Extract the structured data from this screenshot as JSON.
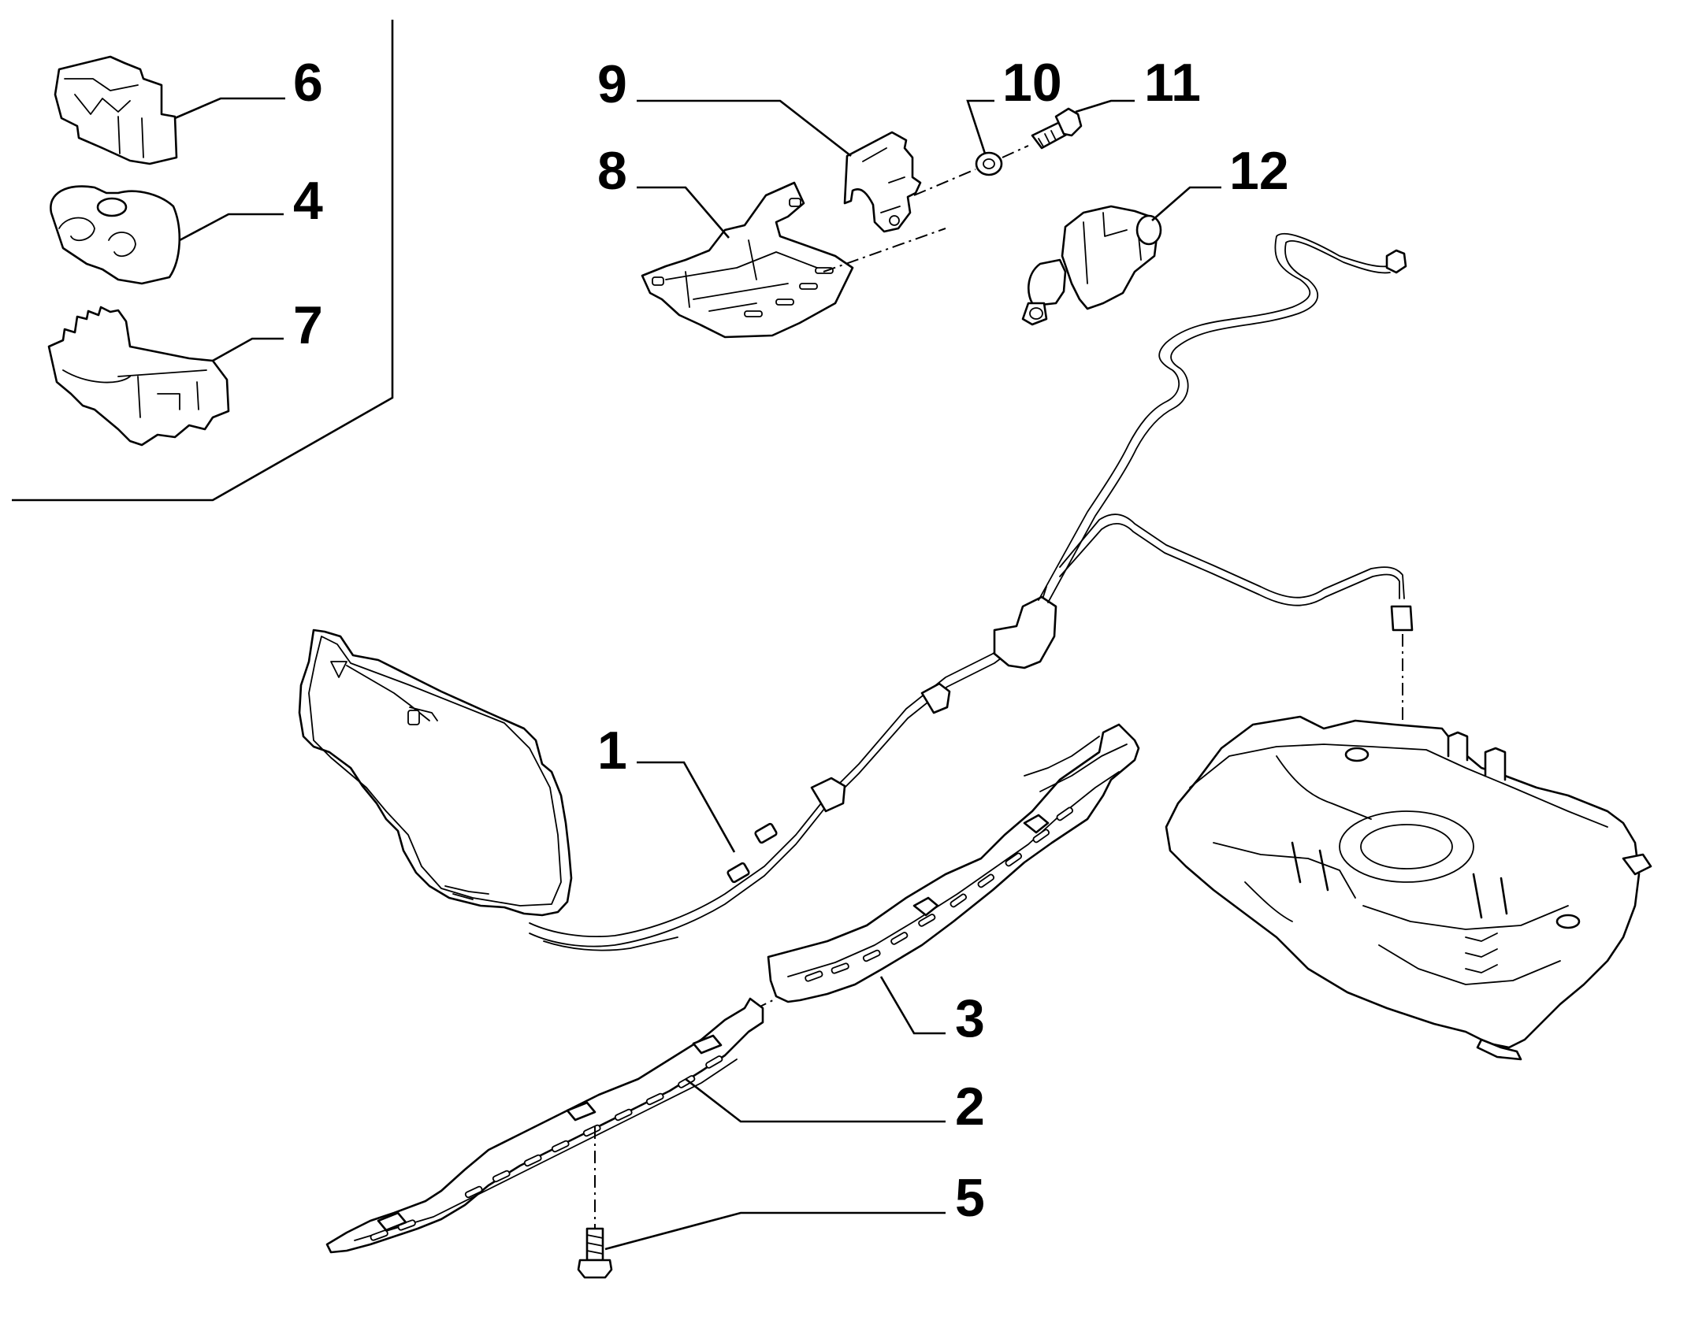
{
  "callouts": [
    {
      "id": "1",
      "label": "1"
    },
    {
      "id": "2",
      "label": "2"
    },
    {
      "id": "3",
      "label": "3"
    },
    {
      "id": "4",
      "label": "4"
    },
    {
      "id": "5",
      "label": "5"
    },
    {
      "id": "6",
      "label": "6"
    },
    {
      "id": "7",
      "label": "7"
    },
    {
      "id": "8",
      "label": "8"
    },
    {
      "id": "9",
      "label": "9"
    },
    {
      "id": "10",
      "label": "10"
    },
    {
      "id": "11",
      "label": "11"
    },
    {
      "id": "12",
      "label": "12"
    }
  ],
  "colors": {
    "ink": "#000000",
    "paper": "#ffffff"
  }
}
